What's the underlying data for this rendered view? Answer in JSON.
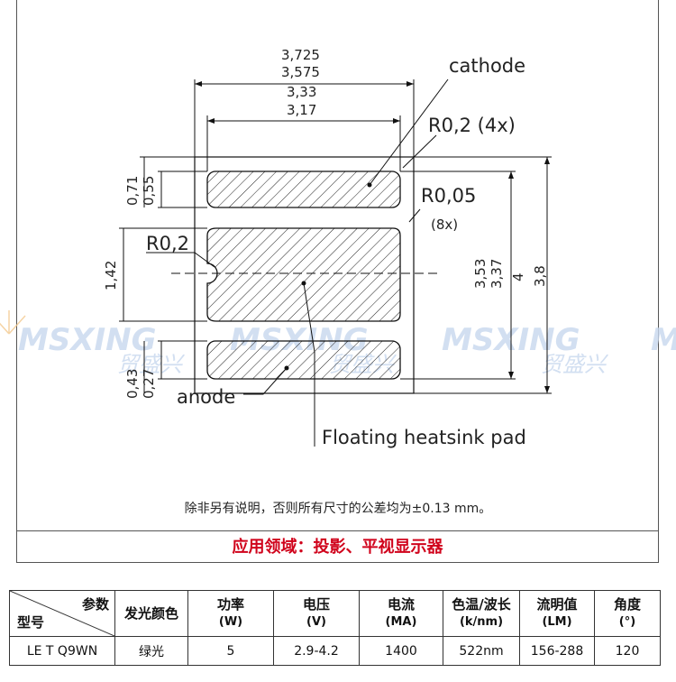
{
  "drawing": {
    "dimensions": {
      "width_outer": "3,725",
      "width_body": "3,575",
      "width_pad_outer": "3,33",
      "width_pad": "3,17",
      "height_outer": "4",
      "height_body": "3,8",
      "height_pad_outer": "3,53",
      "height_pad": "3,37",
      "top_pad_outer": "0,71",
      "top_pad": "0,55",
      "mid_pad": "1,42",
      "bottom_pad_outer": "0,43",
      "bottom_pad": "0,27"
    },
    "labels": {
      "cathode": "cathode",
      "radius_corners": "R0,2 (4x)",
      "radius_small": "R0,05",
      "radius_small_count": "(8x)",
      "radius_notch": "R0,2",
      "anode": "anode",
      "heatsink": "Floating heatsink pad"
    },
    "watermark": {
      "brand": "MSXING",
      "chinese": "贸盛兴"
    }
  },
  "tolerance_note": "除非另有说明，否则所有尺寸的公差均为±0.13 mm。",
  "application": "应用领域：投影、平视显示器",
  "table": {
    "corner_top": "参数",
    "corner_bottom": "型号",
    "headers": [
      {
        "main": "发光颜色",
        "sub": ""
      },
      {
        "main": "功率",
        "sub": "(W)"
      },
      {
        "main": "电压",
        "sub": "(V)"
      },
      {
        "main": "电流",
        "sub": "(MA)"
      },
      {
        "main": "色温/波长",
        "sub": "(k/nm)"
      },
      {
        "main": "流明值",
        "sub": "(LM)"
      },
      {
        "main": "角度",
        "sub": "(°)"
      }
    ],
    "rows": [
      [
        "LE T Q9WN",
        "绿光",
        "5",
        "2.9-4.2",
        "1400",
        "522nm",
        "156-288",
        "120"
      ]
    ]
  },
  "colors": {
    "accent_red": "#d0021b",
    "watermark_blue": "#c8d8ee",
    "watermark_orange": "#f3c98e"
  }
}
